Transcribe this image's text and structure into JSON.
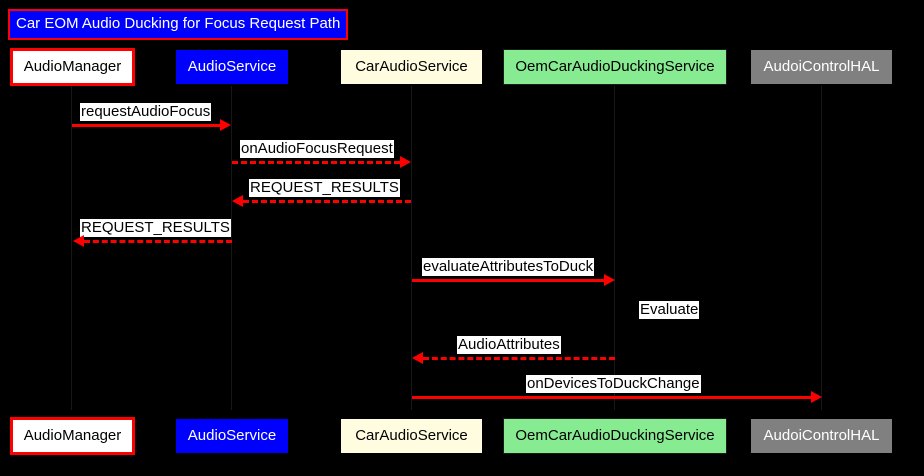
{
  "diagram": {
    "type": "sequence-diagram",
    "title": "Car EOM Audio Ducking for Focus Request Path",
    "title_style": {
      "fill": "#0000FF",
      "border": "#FF0000",
      "text": "#FFFFFF"
    },
    "background": "#000000",
    "arrow_color": "#FF0000",
    "participants": [
      {
        "name": "AudioManager",
        "fill": "#FFFFFF",
        "border": "#FF0000",
        "text": "#000000"
      },
      {
        "name": "AudioService",
        "fill": "#0000FF",
        "border": "#0000FF",
        "text": "#FFFFFF"
      },
      {
        "name": "CarAudioService",
        "fill": "#FFFCE0",
        "border": "#FFFCE0",
        "text": "#000000"
      },
      {
        "name": "OemCarAudioDuckingService",
        "fill": "#87EB92",
        "border": "#000000",
        "text": "#000000"
      },
      {
        "name": "AudoiControlHAL",
        "fill": "#808080",
        "border": "#808080",
        "text": "#FFFFFF"
      }
    ],
    "messages": [
      {
        "label": "requestAudioFocus",
        "from": "AudioManager",
        "to": "AudioService",
        "style": "solid",
        "direction": "right"
      },
      {
        "label": "onAudioFocusRequest",
        "from": "AudioService",
        "to": "CarAudioService",
        "style": "dashed",
        "direction": "right"
      },
      {
        "label": "REQUEST_RESULTS",
        "from": "CarAudioService",
        "to": "AudioService",
        "style": "dashed",
        "direction": "left"
      },
      {
        "label": "REQUEST_RESULTS",
        "from": "AudioService",
        "to": "AudioManager",
        "style": "dashed",
        "direction": "left"
      },
      {
        "label": "evaluateAttributesToDuck",
        "from": "CarAudioService",
        "to": "OemCarAudioDuckingService",
        "style": "solid",
        "direction": "right"
      },
      {
        "label": "AudioAttributes",
        "from": "OemCarAudioDuckingService",
        "to": "CarAudioService",
        "style": "dashed",
        "direction": "left"
      },
      {
        "label": "onDevicesToDuckChange",
        "from": "CarAudioService",
        "to": "AudoiControlHAL",
        "style": "solid",
        "direction": "right"
      }
    ],
    "notes": [
      {
        "label": "Evaluate",
        "on": "OemCarAudioDuckingService"
      }
    ]
  }
}
